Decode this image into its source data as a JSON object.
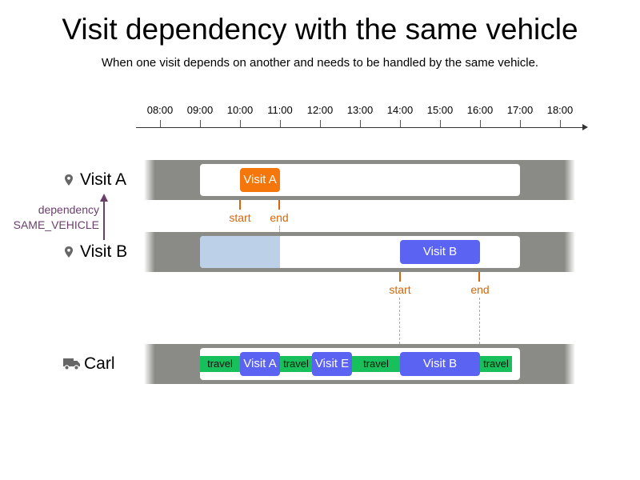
{
  "title": "Visit dependency with the same vehicle",
  "subtitle": "When one visit depends on another and needs to be handled by the same vehicle.",
  "timeline": {
    "ticks": [
      "08:00",
      "09:00",
      "10:00",
      "11:00",
      "12:00",
      "13:00",
      "14:00",
      "15:00",
      "16:00",
      "17:00",
      "18:00"
    ]
  },
  "rows": {
    "visit_a": {
      "label": "Visit A",
      "icon": "location-pin-icon",
      "box": "Visit A",
      "start": "start",
      "end": "end"
    },
    "visit_b": {
      "label": "Visit B",
      "icon": "location-pin-icon",
      "box": "Visit B",
      "start": "start",
      "end": "end"
    },
    "vehicle": {
      "label": "Carl",
      "icon": "truck-icon"
    }
  },
  "dependency": {
    "line1": "dependency",
    "line2": "SAME_VEHICLE",
    "color": "#6a3f6c"
  },
  "route": {
    "segments": [
      {
        "type": "travel",
        "label": "travel"
      },
      {
        "type": "visit",
        "label": "Visit A"
      },
      {
        "type": "travel",
        "label": "travel"
      },
      {
        "type": "visit",
        "label": "Visit E"
      },
      {
        "type": "travel",
        "label": "travel"
      },
      {
        "type": "visit",
        "label": "Visit B"
      },
      {
        "type": "travel",
        "label": "travel"
      }
    ]
  },
  "colors": {
    "visit_a": "#f5760b",
    "visit_b": "#5b63f3",
    "travel": "#17c05a",
    "range_marker": "#d2670c",
    "lane": "#8a8a86",
    "blocked_window": "#bcd0e8"
  }
}
